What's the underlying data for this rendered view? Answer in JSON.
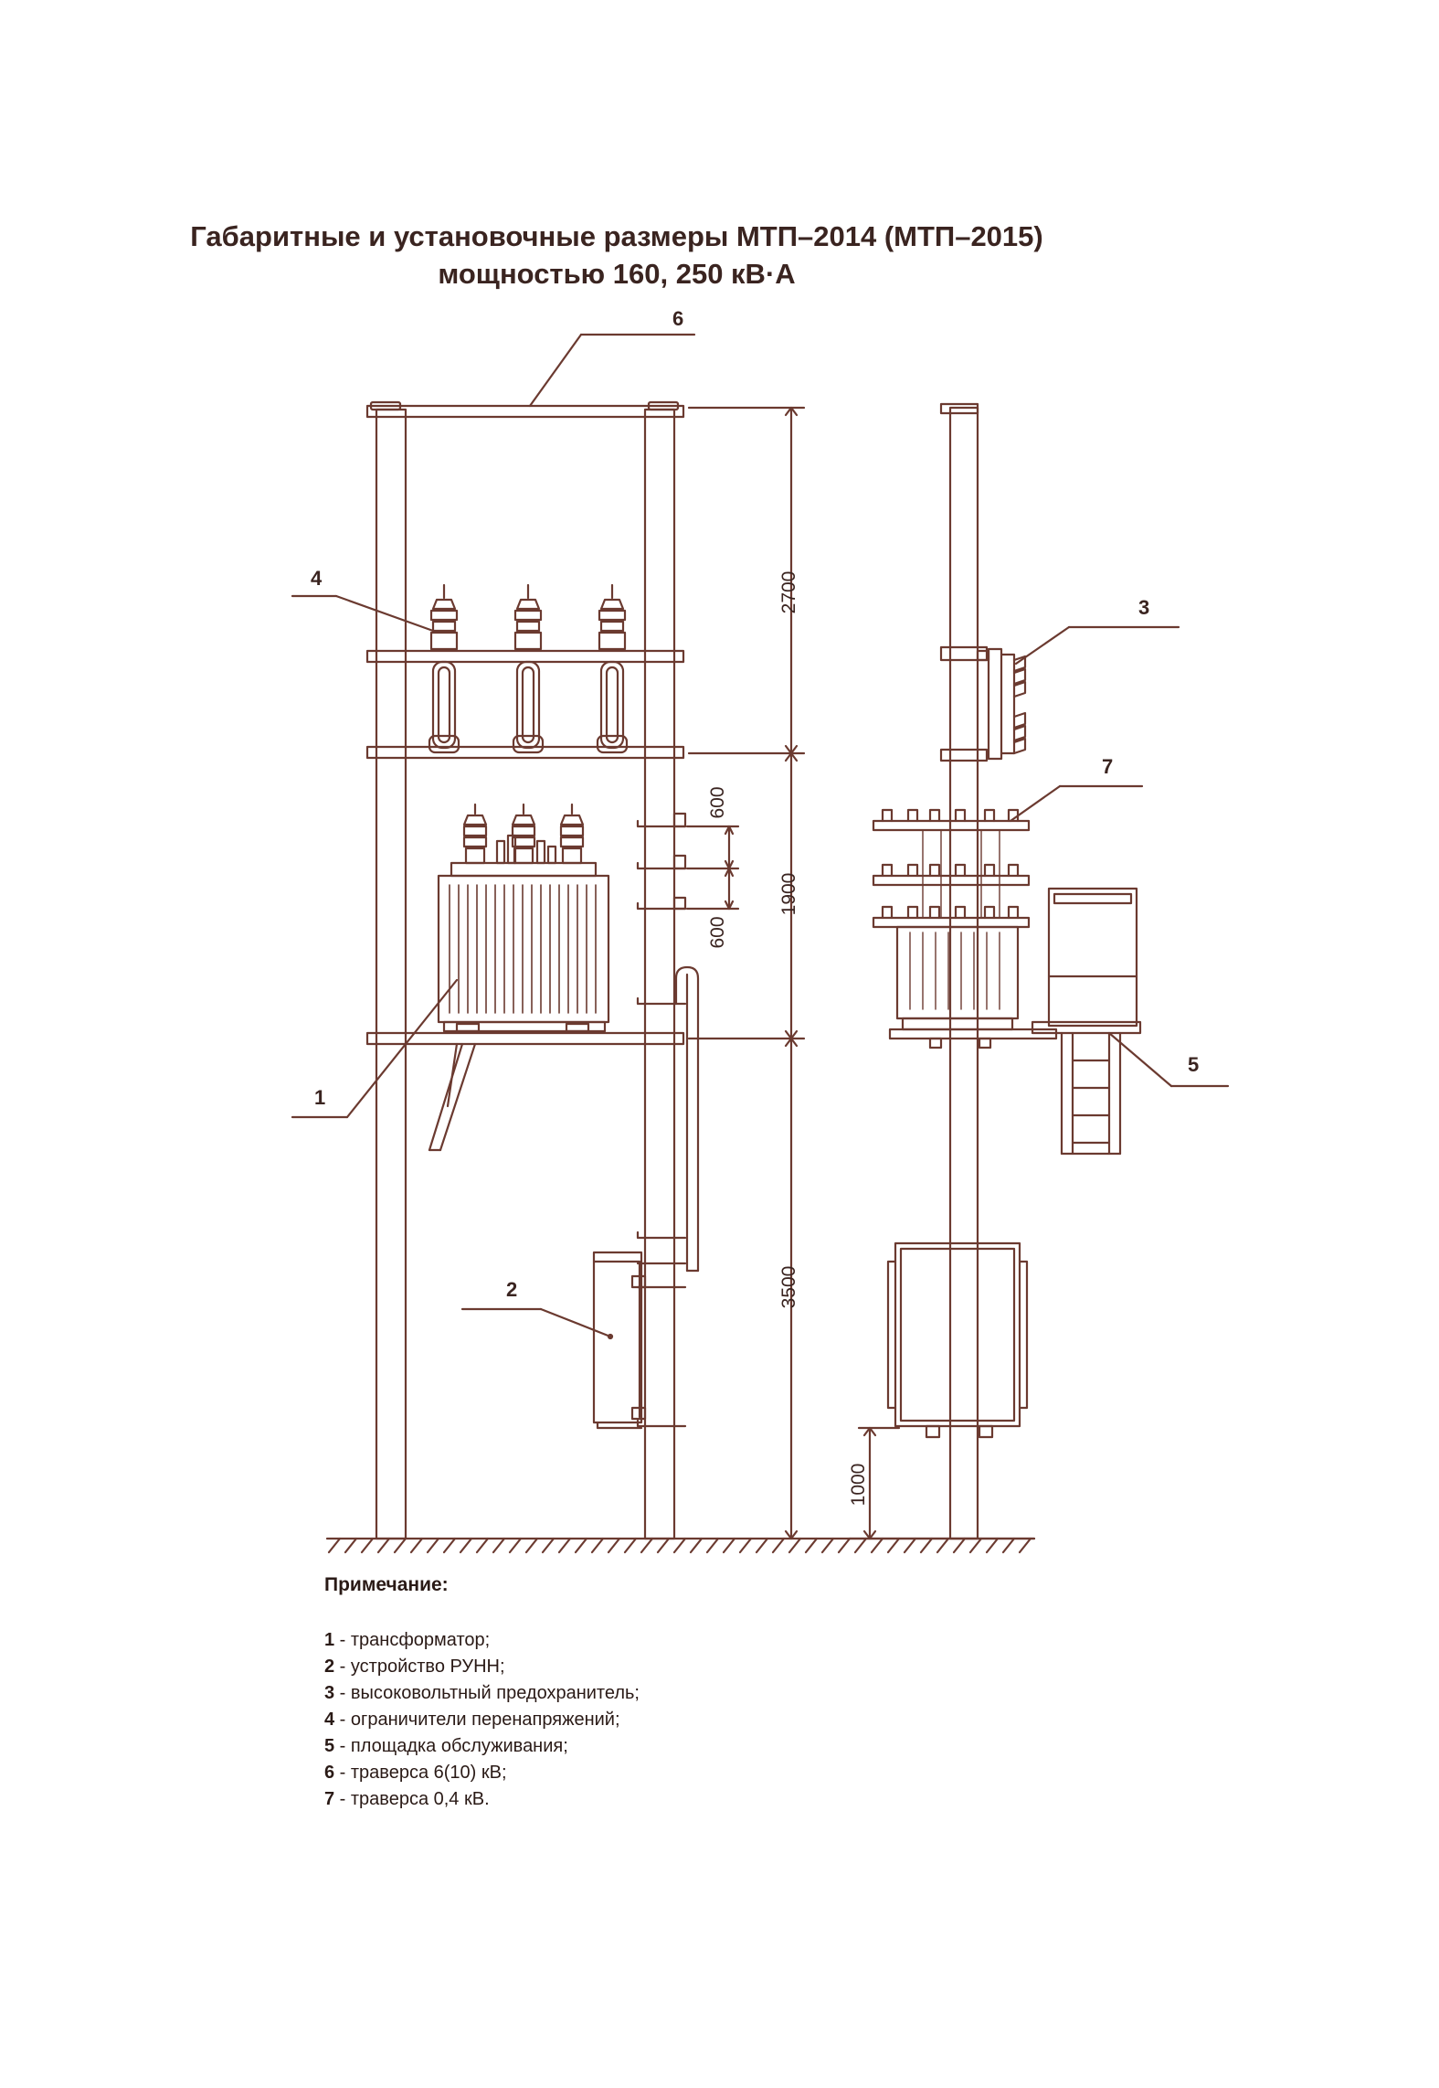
{
  "title": {
    "line1": "Габаритные и установочные размеры МТП–2014 (МТП–2015)",
    "line2": "мощностью 160, 250 кВ·А"
  },
  "callouts": {
    "c1": "1",
    "c2": "2",
    "c3": "3",
    "c4": "4",
    "c5": "5",
    "c6": "6",
    "c7": "7"
  },
  "dimensions": {
    "d2700": "2700",
    "d1900": "1900",
    "d3500": "3500",
    "d600a": "600",
    "d600b": "600",
    "d1000": "1000"
  },
  "notes": {
    "heading": "Примечание:",
    "items": [
      {
        "num": "1",
        "text": " - трансформатор;"
      },
      {
        "num": "2",
        "text": " - устройство РУНН;"
      },
      {
        "num": "3",
        "text": " - высоковольтный предохранитель;"
      },
      {
        "num": "4",
        "text": " - ограничители перенапряжений;"
      },
      {
        "num": "5",
        "text": " - площадка обслуживания;"
      },
      {
        "num": "6",
        "text": " - траверса 6(10) кВ;"
      },
      {
        "num": "7",
        "text": " - траверса 0,4 кВ."
      }
    ]
  },
  "colors": {
    "line": "#6b3a30",
    "text": "#3a2420"
  }
}
